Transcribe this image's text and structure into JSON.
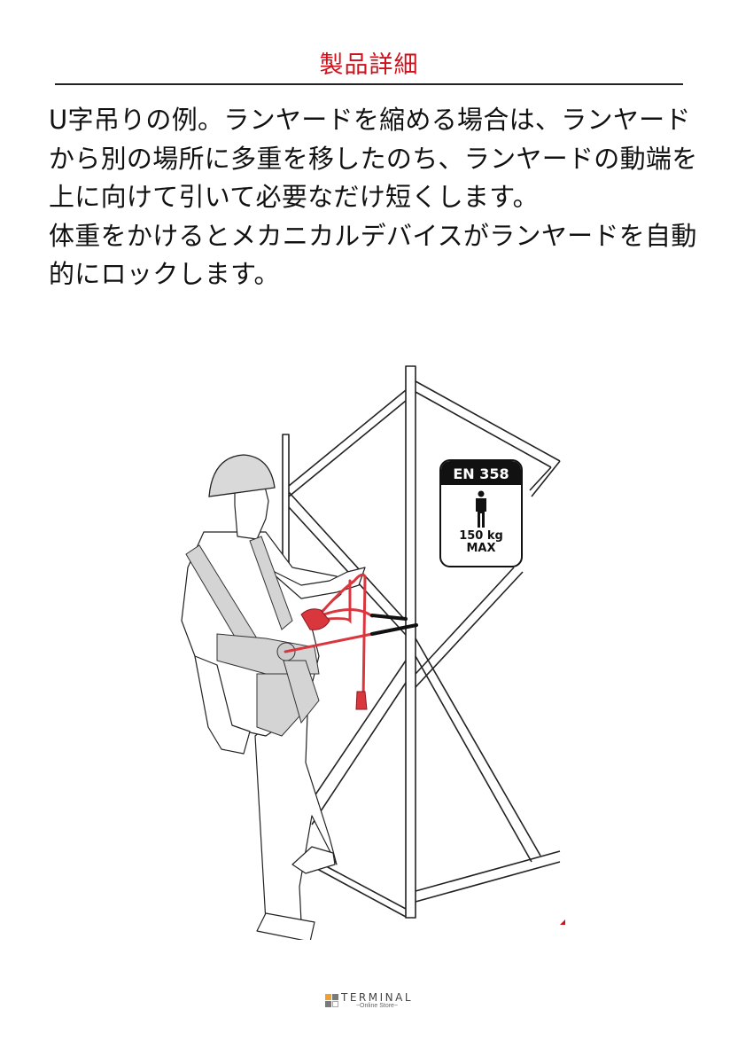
{
  "header": {
    "title": "製品詳細",
    "title_color": "#d0111b"
  },
  "description": {
    "paragraphs": [
      "U字吊りの例。ランヤードを縮める場合は、ランヤードから別の場所に多重を移したのち、ランヤードの動端を上に向けて引いて必要なだけ短くします。",
      "体重をかけるとメカニカルデバイスがランヤードを自動的にロックします。"
    ]
  },
  "illustration": {
    "subject": "worker-in-harness-u-lanyard-on-scaffold",
    "accent_color": "#d9363e",
    "badge": {
      "standard": "EN 358",
      "icon": "person-icon",
      "weight": "150 kg",
      "max_label": "MAX"
    }
  },
  "footer": {
    "logo_main": "TERMINAL",
    "logo_sub": "~Online Store~",
    "logo_colors": [
      "#f0a030",
      "#7a7a7a",
      "#7a7a7a",
      "#ffffff"
    ]
  }
}
